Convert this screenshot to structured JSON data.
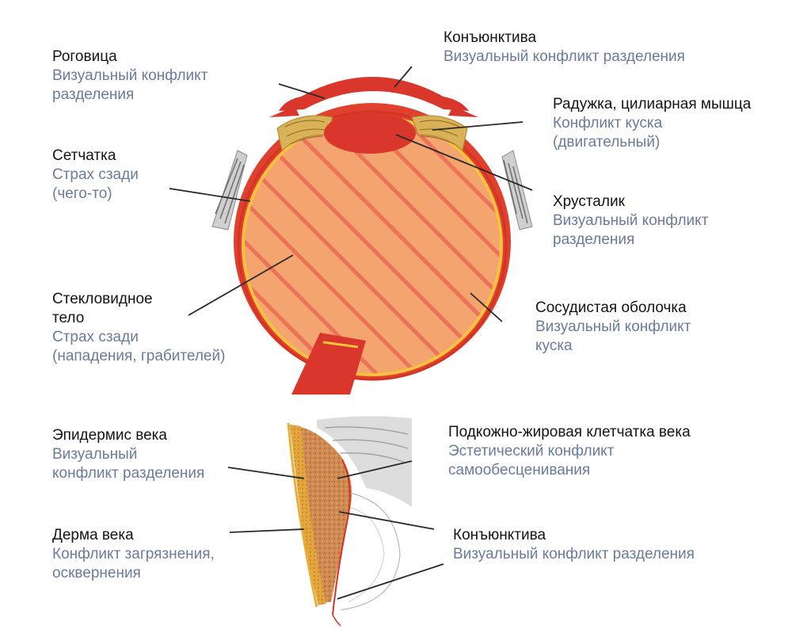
{
  "labels": {
    "cornea": {
      "title": "Роговица",
      "desc": [
        "Визуальный конфликт",
        "разделения"
      ]
    },
    "conjunctiva_top": {
      "title": "Конъюнктива",
      "desc": [
        "Визуальный конфликт разделения"
      ]
    },
    "iris": {
      "title": "Радужка, цилиарная мышца",
      "desc": [
        "Конфликт куска",
        "(двигательный)"
      ]
    },
    "retina": {
      "title": "Сетчатка",
      "desc": [
        "Страх сзади",
        "(чего-то)"
      ]
    },
    "lens": {
      "title": "Хрусталик",
      "desc": [
        "Визуальный конфликт",
        "разделения"
      ]
    },
    "vitreous": {
      "title": [
        "Стекловидное",
        "тело"
      ],
      "desc": [
        "Страх сзади",
        "(нападения, грабителей)"
      ]
    },
    "choroid": {
      "title": "Сосудистая оболочка",
      "desc": [
        "Визуальный конфликт",
        "куска"
      ]
    },
    "eyelid_epidermis": {
      "title": "Эпидермис века",
      "desc": [
        "Визуальный",
        "конфликт разделения"
      ]
    },
    "eyelid_subcutaneous": {
      "title": "Подкожно-жировая клетчатка века",
      "desc": [
        "Эстетический конфликт",
        "самообесценивания"
      ]
    },
    "eyelid_dermis": {
      "title": "Дерма века",
      "desc": [
        "Конфликт загрязнения,",
        "осквернения"
      ]
    },
    "conjunctiva_bottom": {
      "title": "Конъюнктива",
      "desc": [
        "Визуальный конфликт разделения"
      ]
    }
  },
  "colors": {
    "label_title": "#141414",
    "label_desc": "#6a7b9c",
    "sclera": "#e0402e",
    "vitreous_fill": "#f4a46e",
    "vitreous_stripes": "#ec7258",
    "retina_line": "#f7c240",
    "lens": "#d9362c",
    "ciliary": "#d9b257",
    "eyelid_fat": "#cf8a52",
    "eyelid_dermis": "#e3a53c"
  }
}
